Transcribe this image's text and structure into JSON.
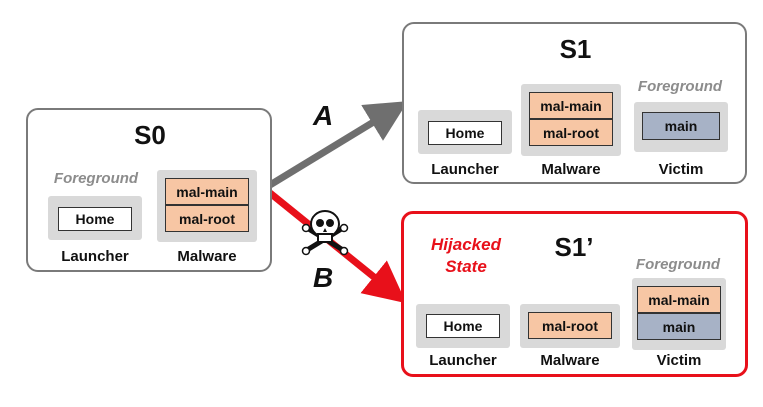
{
  "states": {
    "s0": {
      "title": "S0",
      "foreground": "Foreground",
      "launcher": {
        "task": "Home",
        "label": "Launcher"
      },
      "malware": {
        "tasks": [
          "mal-main",
          "mal-root"
        ],
        "label": "Malware"
      }
    },
    "s1": {
      "title": "S1",
      "foreground": "Foreground",
      "launcher": {
        "task": "Home",
        "label": "Launcher"
      },
      "malware": {
        "tasks": [
          "mal-main",
          "mal-root"
        ],
        "label": "Malware"
      },
      "victim": {
        "tasks": [
          "main"
        ],
        "label": "Victim"
      }
    },
    "s1p": {
      "title": "S1’",
      "hijacked_line1": "Hijacked",
      "hijacked_line2": "State",
      "foreground": "Foreground",
      "launcher": {
        "task": "Home",
        "label": "Launcher"
      },
      "malware": {
        "tasks": [
          "mal-root"
        ],
        "label": "Malware"
      },
      "victim": {
        "tasks": [
          "mal-main",
          "main"
        ],
        "label": "Victim"
      }
    }
  },
  "edges": {
    "a": {
      "label": "A",
      "color": "#6f6f6f"
    },
    "b": {
      "label": "B",
      "color": "#e8101a",
      "icon": "skull-crossbones-icon"
    }
  },
  "colors": {
    "malware_task": "#f7c6a4",
    "victim_task": "#a7b2c6",
    "hijack": "#e8101a",
    "foreground_text": "#8c8c8c"
  }
}
